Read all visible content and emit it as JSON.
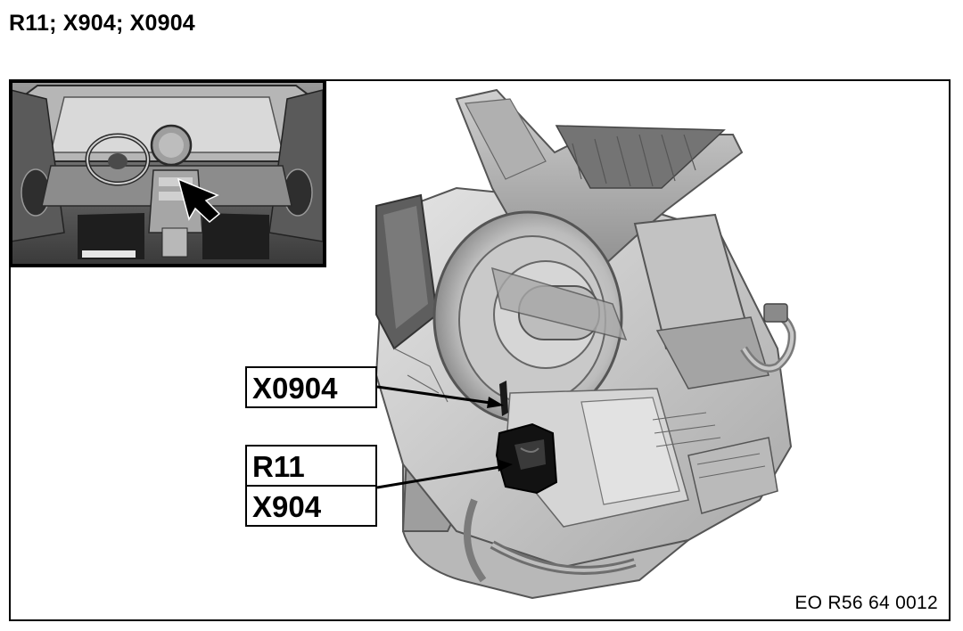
{
  "page": {
    "title": "R11; X904; X0904"
  },
  "figure": {
    "callouts": {
      "x0904": "X0904",
      "r11": "R11",
      "x904": "X904"
    },
    "reference_code": "EO R56 64 0012",
    "colors": {
      "line": "#000000",
      "background": "#ffffff",
      "unit_light": "#dcdcdc",
      "unit_mid": "#b4b4b4",
      "unit_dark": "#6e6e6e",
      "component_dark": "#111111"
    }
  }
}
